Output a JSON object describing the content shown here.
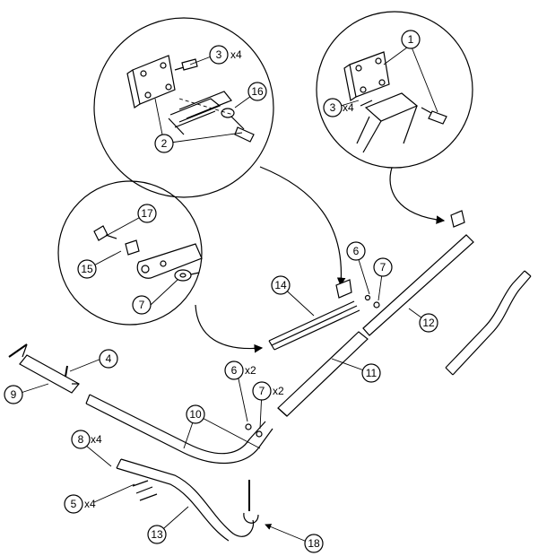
{
  "callouts": [
    {
      "id": "1"
    },
    {
      "id": "2"
    },
    {
      "id": "3"
    },
    {
      "id": "3"
    },
    {
      "id": "4"
    },
    {
      "id": "5"
    },
    {
      "id": "6"
    },
    {
      "id": "6"
    },
    {
      "id": "7"
    },
    {
      "id": "7"
    },
    {
      "id": "7"
    },
    {
      "id": "8"
    },
    {
      "id": "9"
    },
    {
      "id": "10"
    },
    {
      "id": "11"
    },
    {
      "id": "12"
    },
    {
      "id": "13"
    },
    {
      "id": "14"
    },
    {
      "id": "15"
    },
    {
      "id": "16"
    },
    {
      "id": "17"
    },
    {
      "id": "18"
    }
  ],
  "quantities": {
    "item3_top": "x4",
    "item3_right": "x4",
    "item6": "x2",
    "item7": "x2",
    "item8": "x4",
    "item5": "x4"
  }
}
